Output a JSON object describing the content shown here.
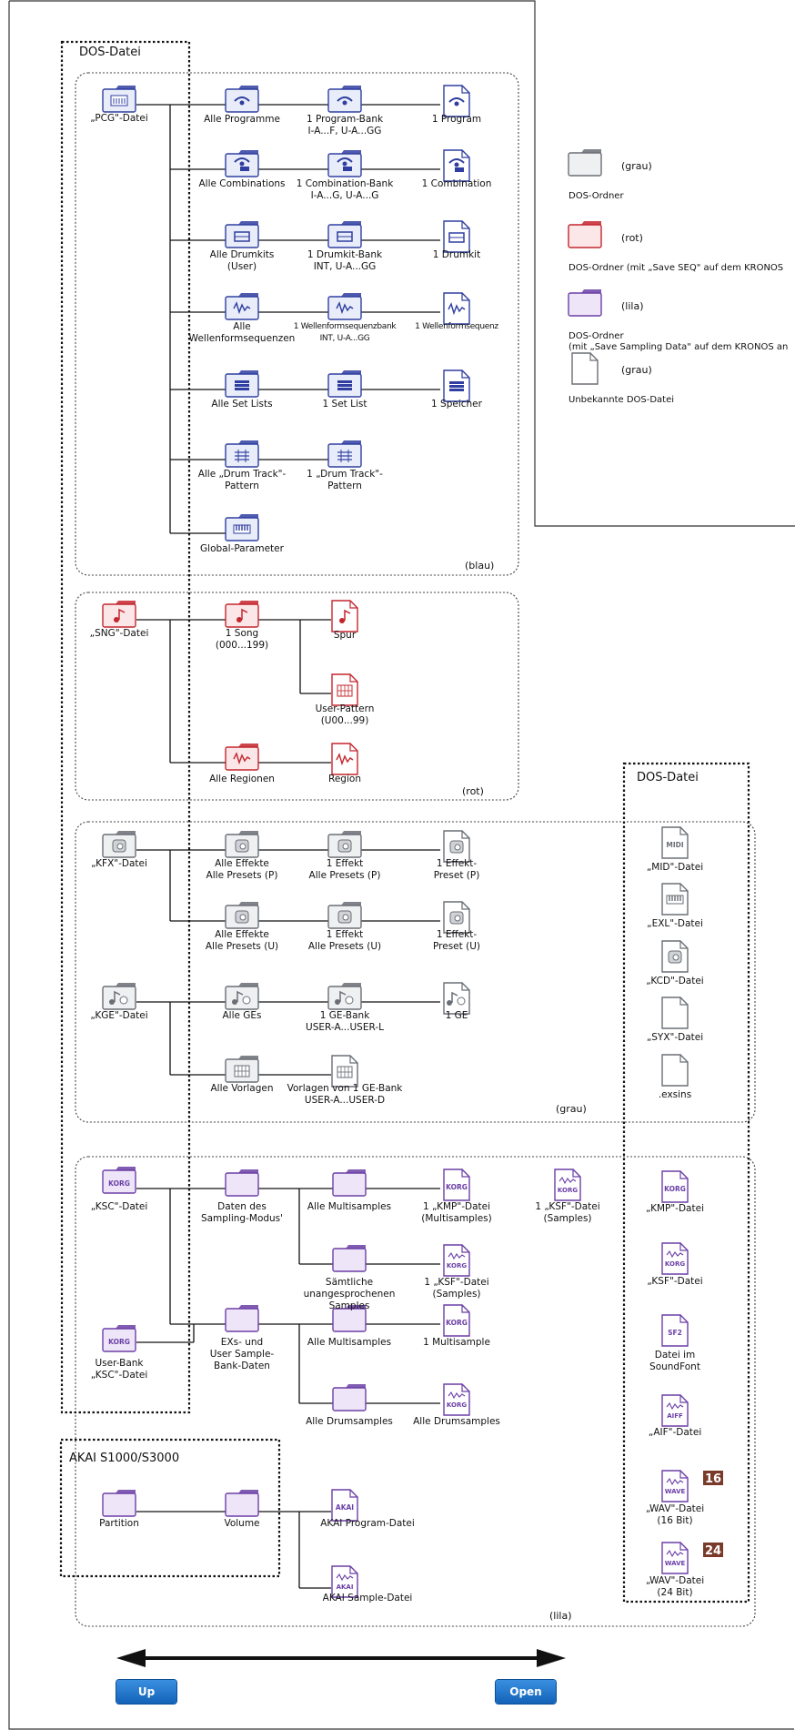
{
  "colors": {
    "blue": "#2f3ea0",
    "red": "#c4262e",
    "gray": "#6a6f75",
    "purple": "#6b3fa6",
    "folder_gray": "#eef0f2",
    "folder_red": "#fbe7e8",
    "folder_purple": "#eee6f8",
    "button": "#1a6fc4"
  },
  "dos_file_title": "DOS-Datei",
  "dos_file_title_right": "DOS-Datei",
  "akai_title": "AKAI S1000/S3000",
  "tags": {
    "blue": "(blau)",
    "red": "(rot)",
    "gray": "(grau)",
    "purple": "(lila)"
  },
  "legend": [
    {
      "tag": "(grau)",
      "desc": "DOS-Ordner",
      "icon": "folder-gray-icon"
    },
    {
      "tag": "(rot)",
      "desc": "DOS-Ordner (mit „Save SEQ\" auf dem KRONOS",
      "icon": "folder-red-icon"
    },
    {
      "tag": "(lila)",
      "desc": "DOS-Ordner",
      "desc2": "(mit „Save Sampling Data\" auf dem KRONOS an",
      "icon": "folder-purple-icon"
    },
    {
      "tag": "(grau)",
      "desc": "Unbekannte DOS-Datei",
      "icon": "file-gray-icon"
    }
  ],
  "nodes": {
    "pcg": "„PCG\"-Datei",
    "all_programs": "Alle Programme",
    "prog_bank": [
      "1 Program-Bank",
      "I-A...F, U-A...GG"
    ],
    "program": "1 Program",
    "all_combis": "Alle Combinations",
    "combi_bank": [
      "1 Combination-Bank",
      "I-A...G, U-A...G"
    ],
    "combi": "1 Combination",
    "all_drumkits": [
      "Alle Drumkits",
      "(User)"
    ],
    "drumkit_bank": [
      "1 Drumkit-Bank",
      "INT, U-A...GG"
    ],
    "drumkit": "1 Drumkit",
    "all_wave": [
      "Alle",
      "Wellenformsequenzen"
    ],
    "wave_bank": [
      "1 Wellenformsequenzbank",
      "INT, U-A...GG"
    ],
    "wave": "1 Wellenformsequenz",
    "all_setlists": "Alle Set Lists",
    "setlist": "1 Set List",
    "slot": "1 Speicher",
    "all_drumtrack": [
      "Alle „Drum Track\"-",
      "Pattern"
    ],
    "drumtrack": [
      "1 „Drum Track\"-",
      "Pattern"
    ],
    "global": "Global-Parameter",
    "sng": "„SNG\"-Datei",
    "song": [
      "1 Song",
      "(000...199)"
    ],
    "track": "Spur",
    "user_pattern": [
      "User-Pattern",
      "(U00...99)"
    ],
    "all_regions": "Alle Regionen",
    "region": "Region",
    "kfx": "„KFX\"-Datei",
    "all_fx_p": [
      "Alle Effekte",
      "Alle Presets (P)"
    ],
    "fx_p": [
      "1 Effekt",
      "Alle Presets (P)"
    ],
    "fx_preset_p": [
      "1 Effekt-",
      "Preset (P)"
    ],
    "all_fx_u": [
      "Alle Effekte",
      "Alle Presets (U)"
    ],
    "fx_u": [
      "1 Effekt",
      "Alle Presets (U)"
    ],
    "fx_preset_u": [
      "1 Effekt-",
      "Preset (U)"
    ],
    "kge": "„KGE\"-Datei",
    "all_ges": "Alle GEs",
    "ge_bank": [
      "1 GE-Bank",
      "USER-A...USER-L"
    ],
    "ge": "1 GE",
    "all_templates": "Alle Vorlagen",
    "templates": [
      "Vorlagen von 1 GE-Bank",
      "USER-A...USER-D"
    ],
    "mid": "„MID\"-Datei",
    "exl": "„EXL\"-Datei",
    "kcd": "„KCD\"-Datei",
    "syx": "„SYX\"-Datei",
    "exsins": ".exsins",
    "ksc": "„KSC\"-Datei",
    "sampling_data": [
      "Daten des",
      "Sampling-Modus'"
    ],
    "all_multisamples": "Alle Multisamples",
    "kmp_file": [
      "1 „KMP\"-Datei",
      "(Multisamples)"
    ],
    "ksf_file": [
      "1 „KSF\"-Datei",
      "(Samples)"
    ],
    "unused": [
      "Sämtliche",
      "unangesprochenen",
      "Samples"
    ],
    "ksf_file2": [
      "1 „KSF\"-Datei",
      "(Samples)"
    ],
    "user_bank": [
      "User-Bank",
      "„KSC\"-Datei"
    ],
    "exs_user": [
      "EXs- und",
      "User Sample-",
      "Bank-Daten"
    ],
    "all_multisamples2": "Alle Multisamples",
    "multisample": "1 Multisample",
    "all_drumsamples": "Alle Drumsamples",
    "all_drumsamples2": "Alle Drumsamples",
    "kmp": "„KMP\"-Datei",
    "ksf": "„KSF\"-Datei",
    "sf2": [
      "Datei im",
      "SoundFont"
    ],
    "aif": "„AIF\"-Datei",
    "wav16": [
      "„WAV\"-Datei",
      "(16 Bit)"
    ],
    "wav24": [
      "„WAV\"-Datei",
      "(24 Bit)"
    ],
    "partition": "Partition",
    "volume": "Volume",
    "akai_program": "AKAI Program-Datei",
    "akai_sample": "AKAI Sample-Datei"
  },
  "icon_text": {
    "midi": "MIDI",
    "korg": "KORG",
    "sf2": "SF2",
    "aiff": "AIFF",
    "wave": "WAVE",
    "akai": "AKAI",
    "b16": "16",
    "b24": "24"
  },
  "buttons": {
    "up": "Up",
    "open": "Open"
  }
}
